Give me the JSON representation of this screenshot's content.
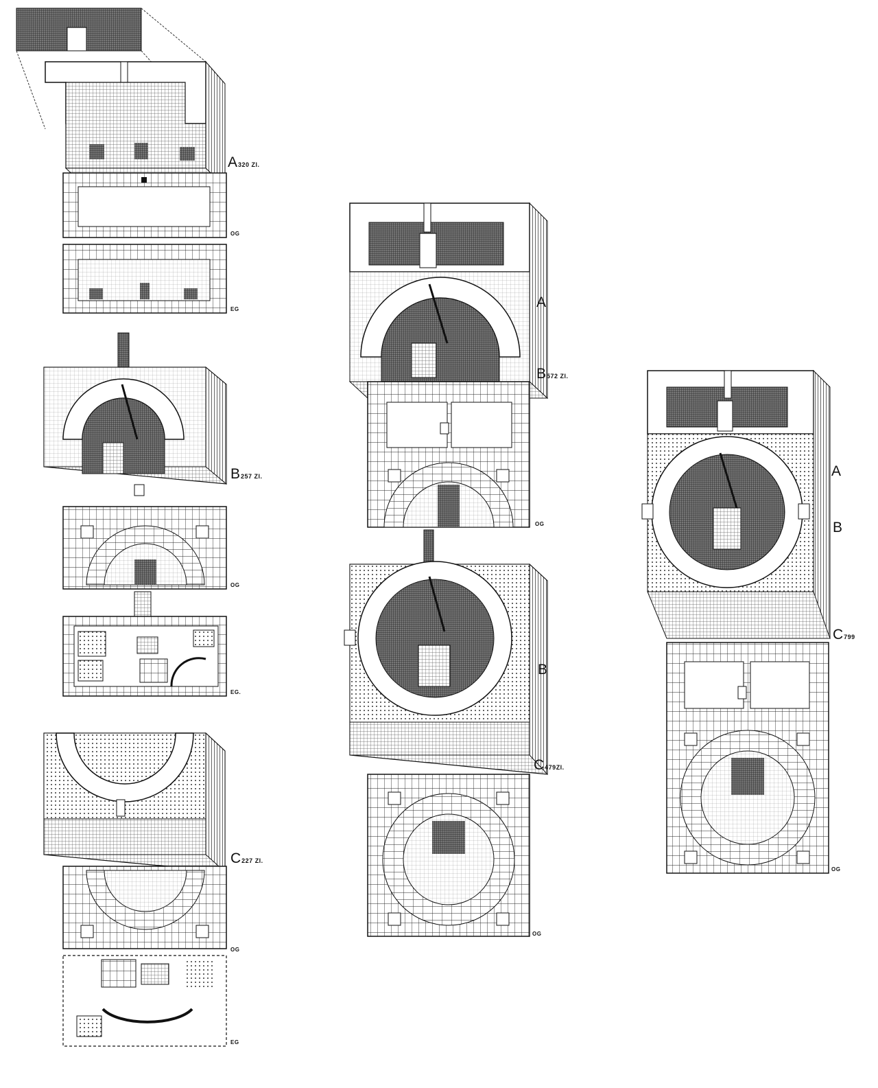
{
  "colors": {
    "ink": "#1a1a1a",
    "paper": "#ffffff",
    "hatch": "#777777"
  },
  "labels": {
    "col1_a": "A",
    "col1_a_count": "320 Zl.",
    "col1_a_og": "OG",
    "col1_a_eg": "EG",
    "col1_b": "B",
    "col1_b_count": "257 Zl.",
    "col1_b_og": "OG",
    "col1_b_eg": "EG.",
    "col1_c": "C",
    "col1_c_count": "227 Zl.",
    "col1_c_og": "OG",
    "col1_c_eg": "EG",
    "col2_a": "A",
    "col2_b": "B",
    "col2_b_count": "572 Zl.",
    "col2_og1": "OG",
    "col2_b2": "B",
    "col2_c": "C",
    "col2_c_count": "479Zl.",
    "col2_og2": "OG",
    "col3_a": "A",
    "col3_b": "B",
    "col3_c": "C",
    "col3_c_count": "799",
    "col3_og": "OG"
  },
  "icons": [
    "axonometric-block-a",
    "axonometric-block-semicircle",
    "axonometric-block-ring",
    "floor-plan"
  ]
}
